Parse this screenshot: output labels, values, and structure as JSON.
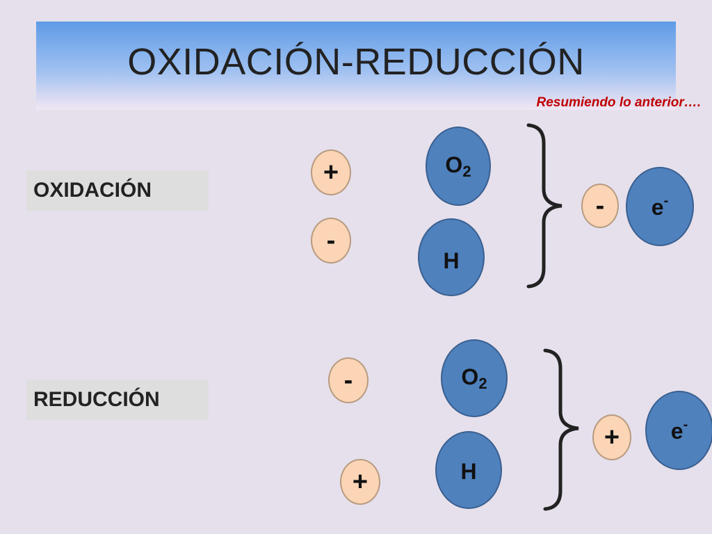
{
  "header": {
    "title": "OXIDACIÓN-REDUCCIÓN",
    "subtitle": "Resumiendo lo anterior…."
  },
  "oxidation": {
    "label": "OXIDACIÓN",
    "o2": {
      "base": "O",
      "sub": "2",
      "sign": "+"
    },
    "h": {
      "label": "H",
      "sign": "-"
    },
    "electron": {
      "base": "e",
      "sup": "-",
      "sign": "-"
    }
  },
  "reduction": {
    "label": "REDUCCIÓN",
    "o2": {
      "base": "O",
      "sub": "2",
      "sign": "-"
    },
    "h": {
      "label": "H",
      "sign": "+"
    },
    "electron": {
      "base": "e",
      "sup": "-",
      "sign": "+"
    }
  },
  "colors": {
    "atom": "#4f81bd",
    "charge": "#fbd5b5",
    "subtitle": "#c00000"
  }
}
